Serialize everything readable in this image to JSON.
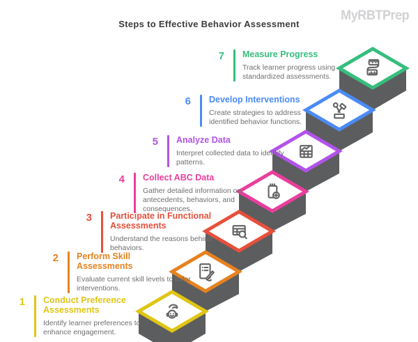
{
  "title": "Steps to Effective Behavior Assessment",
  "watermark": "MyRBTPrep",
  "colors": {
    "stair_body_gray": "#5C5D5F",
    "description_text": "#6F6F6F",
    "title_text": "#3C3C3C",
    "icon_stroke": "#636363",
    "diamond_fill": "#FFFFFF"
  },
  "steps": [
    {
      "number": "1",
      "title": "Conduct Preference Assessments",
      "description": "Identify learner preferences to enhance engagement.",
      "color": "#E0C514",
      "icon": "person-cheering-icon"
    },
    {
      "number": "2",
      "title": "Perform Skill Assessments",
      "description": "Evaluate current skill levels to tailor interventions.",
      "color": "#E6821F",
      "icon": "document-pen-icon"
    },
    {
      "number": "3",
      "title": "Participate in Functional Assessments",
      "description": "Understand the reasons behind behaviors.",
      "color": "#E7503C",
      "icon": "table-search-icon"
    },
    {
      "number": "4",
      "title": "Collect ABC Data",
      "description": "Gather detailed information on antecedents, behaviors, and consequences.",
      "color": "#E93E9C",
      "icon": "clipboard-plus-icon"
    },
    {
      "number": "5",
      "title": "Analyze Data",
      "description": "Interpret collected data to identify patterns.",
      "color": "#B153E9",
      "icon": "chart-table-icon"
    },
    {
      "number": "6",
      "title": "Develop Interventions",
      "description": "Create strategies to address identified behavior functions.",
      "color": "#4B8BF5",
      "icon": "tools-icon"
    },
    {
      "number": "7",
      "title": "Measure Progress",
      "description": "Track learner progress using standardized assessments.",
      "color": "#36BE7D",
      "icon": "measuring-tape-icon"
    }
  ]
}
